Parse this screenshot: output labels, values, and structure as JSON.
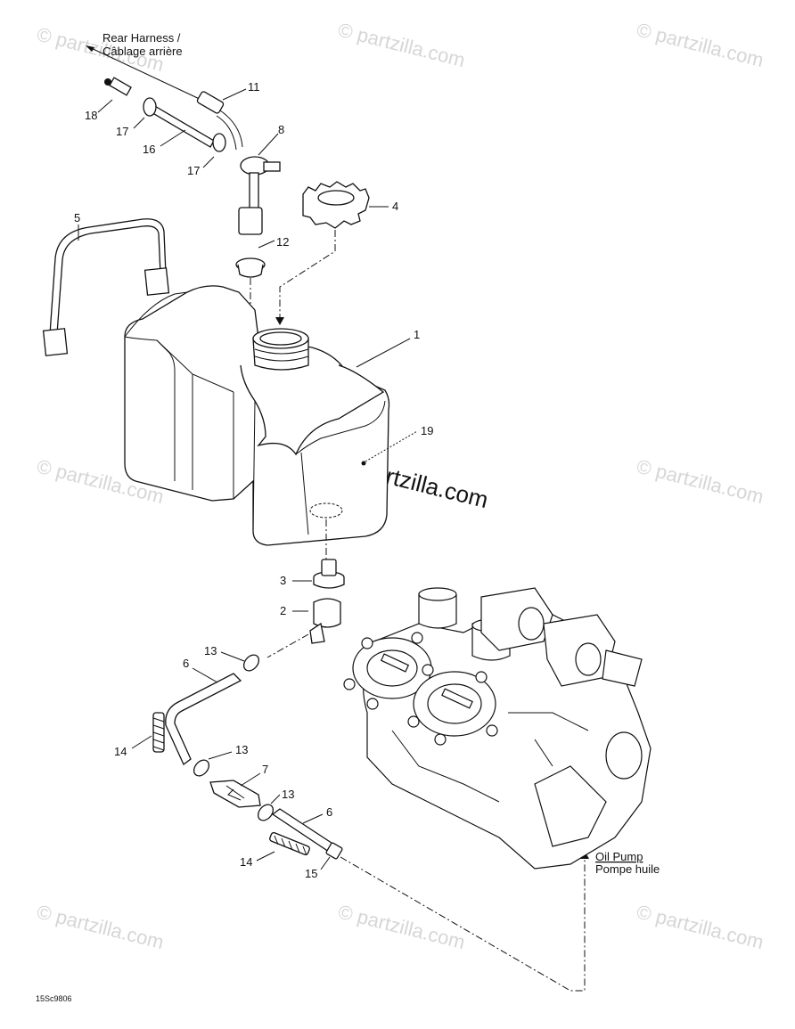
{
  "labels": {
    "rear_harness_en": "Rear Harness /",
    "rear_harness_fr": "Câblage arrière",
    "oil_pump_en": "Oil Pump",
    "oil_pump_fr": "Pompe huile",
    "drawing_code": "15Sc9806"
  },
  "watermark": {
    "text": "© partzilla.com",
    "center_text": "© Partzilla.com"
  },
  "callouts": {
    "c1": "1",
    "c2": "2",
    "c3": "3",
    "c4": "4",
    "c5": "5",
    "c6a": "6",
    "c6b": "6",
    "c7": "7",
    "c8": "8",
    "c11": "11",
    "c12": "12",
    "c13a": "13",
    "c13b": "13",
    "c13c": "13",
    "c14a": "14",
    "c14b": "14",
    "c15": "15",
    "c16": "16",
    "c17a": "17",
    "c17b": "17",
    "c18": "18",
    "c19": "19"
  },
  "colors": {
    "ink": "#111111",
    "watermark": "#d6d6d6",
    "background": "#ffffff"
  }
}
